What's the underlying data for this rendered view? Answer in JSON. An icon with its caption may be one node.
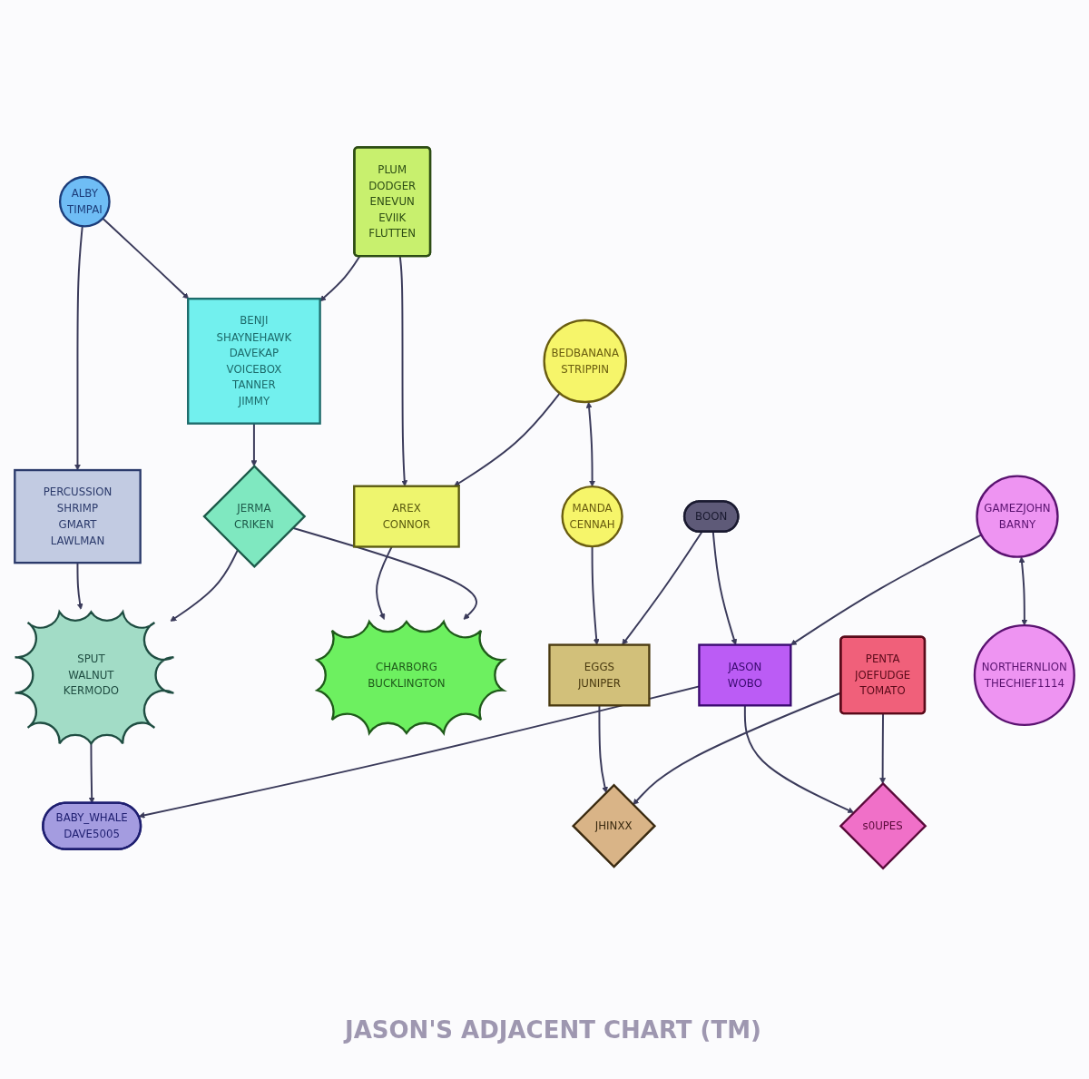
{
  "diagram": {
    "caption": "JASON'S ADJACENT CHART (TM)",
    "nodes": [
      {
        "text": [
          "ALBY",
          "TIMPAI"
        ]
      },
      {
        "text": [
          "BENJI",
          "SHAYNEHAWK",
          "DAVEKAP",
          "VOICEBOX",
          "TANNER",
          "JIMMY"
        ]
      },
      {
        "text": [
          "PLUM",
          "DODGER",
          "ENEVUN",
          "EVIIK",
          "FLUTTEN"
        ]
      },
      {
        "text": [
          "AREX",
          "CONNOR"
        ]
      },
      {
        "text": [
          "PERCUSSION",
          "SHRIMP",
          "GMART",
          "LAWLMAN"
        ]
      },
      {
        "text": [
          "JERMA",
          "CRIKEN"
        ]
      },
      {
        "text": [
          "CHARBORG",
          "BUCKLINGTON"
        ]
      },
      {
        "text": [
          "BEDBANANA",
          "STRIPPIN"
        ]
      },
      {
        "text": [
          "MANDA",
          "CENNAH"
        ]
      },
      {
        "text": [
          "SPUT",
          "WALNUT",
          "KERMODO"
        ]
      },
      {
        "text": [
          "BABY_WHALE",
          "DAVE5005"
        ]
      },
      {
        "text": [
          "EGGS",
          "JUNIPER"
        ]
      },
      {
        "text": [
          "JHINXX"
        ]
      },
      {
        "text": [
          "GAMEZJOHN",
          "BARNY"
        ]
      },
      {
        "text": [
          "BOON"
        ]
      },
      {
        "text": [
          "JASON",
          "WOBO"
        ]
      },
      {
        "text": [
          "NORTHERNLION",
          "THECHIEF1114"
        ]
      },
      {
        "text": [
          "s0UPES"
        ]
      },
      {
        "text": [
          "PENTA",
          "JOEFUDGE",
          "TOMATO"
        ]
      }
    ],
    "edges": [
      {
        "from": 0,
        "to": 1,
        "arrow": "to"
      },
      {
        "from": 0,
        "to": 4,
        "arrow": "to"
      },
      {
        "from": 2,
        "to": 1,
        "arrow": "to"
      },
      {
        "from": 2,
        "to": 3,
        "arrow": "to"
      },
      {
        "from": 3,
        "to": 6,
        "arrow": "to"
      },
      {
        "from": 1,
        "to": 5,
        "arrow": "to"
      },
      {
        "from": 4,
        "to": 9,
        "arrow": "to"
      },
      {
        "from": 5,
        "to": 9,
        "arrow": "to"
      },
      {
        "from": 5,
        "to": 6,
        "arrow": "to"
      },
      {
        "from": 7,
        "to": 3,
        "arrow": "to"
      },
      {
        "from": 7,
        "to": 8,
        "arrow": "both"
      },
      {
        "from": 8,
        "to": 11,
        "arrow": "to"
      },
      {
        "from": 9,
        "to": 10,
        "arrow": "to"
      },
      {
        "from": 11,
        "to": 12,
        "arrow": "to"
      },
      {
        "from": 14,
        "to": 11,
        "arrow": "to"
      },
      {
        "from": 14,
        "to": 15,
        "arrow": "to"
      },
      {
        "from": 15,
        "to": 10,
        "arrow": "to"
      },
      {
        "from": 13,
        "to": 16,
        "arrow": "both"
      },
      {
        "from": 13,
        "to": 15,
        "arrow": "to"
      },
      {
        "from": 15,
        "to": 17,
        "arrow": "to"
      },
      {
        "from": 18,
        "to": 17,
        "arrow": "to"
      },
      {
        "from": 18,
        "to": 12,
        "arrow": "to"
      }
    ]
  }
}
